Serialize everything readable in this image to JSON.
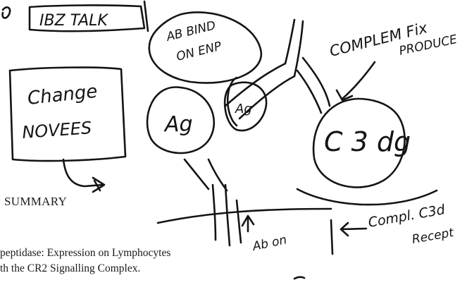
{
  "document": {
    "typed_text": {
      "heading": "SUMMARY",
      "line1": "peptidase:  Expression on Lymphocytes",
      "line2": "th the CR2 Signalling Complex."
    },
    "handwritten_annotations": {
      "top_box": "IBZ TALK",
      "oval_note_line1": "AB BIND",
      "oval_note_line2": "ON ENP",
      "complement_note_line1": "COMPLEM  Fix",
      "complement_note_line2": "PRODUCE",
      "change_box_line1": "Change",
      "change_box_line2": "NOVEES",
      "ag_circle": "Ag",
      "ag_oval": "Ag",
      "c3dg_circle": "C 3 dg",
      "receptor_note_line1": "Compl. C3d",
      "receptor_note_line2": "Recept",
      "ab_on_note": "Ab on"
    }
  }
}
